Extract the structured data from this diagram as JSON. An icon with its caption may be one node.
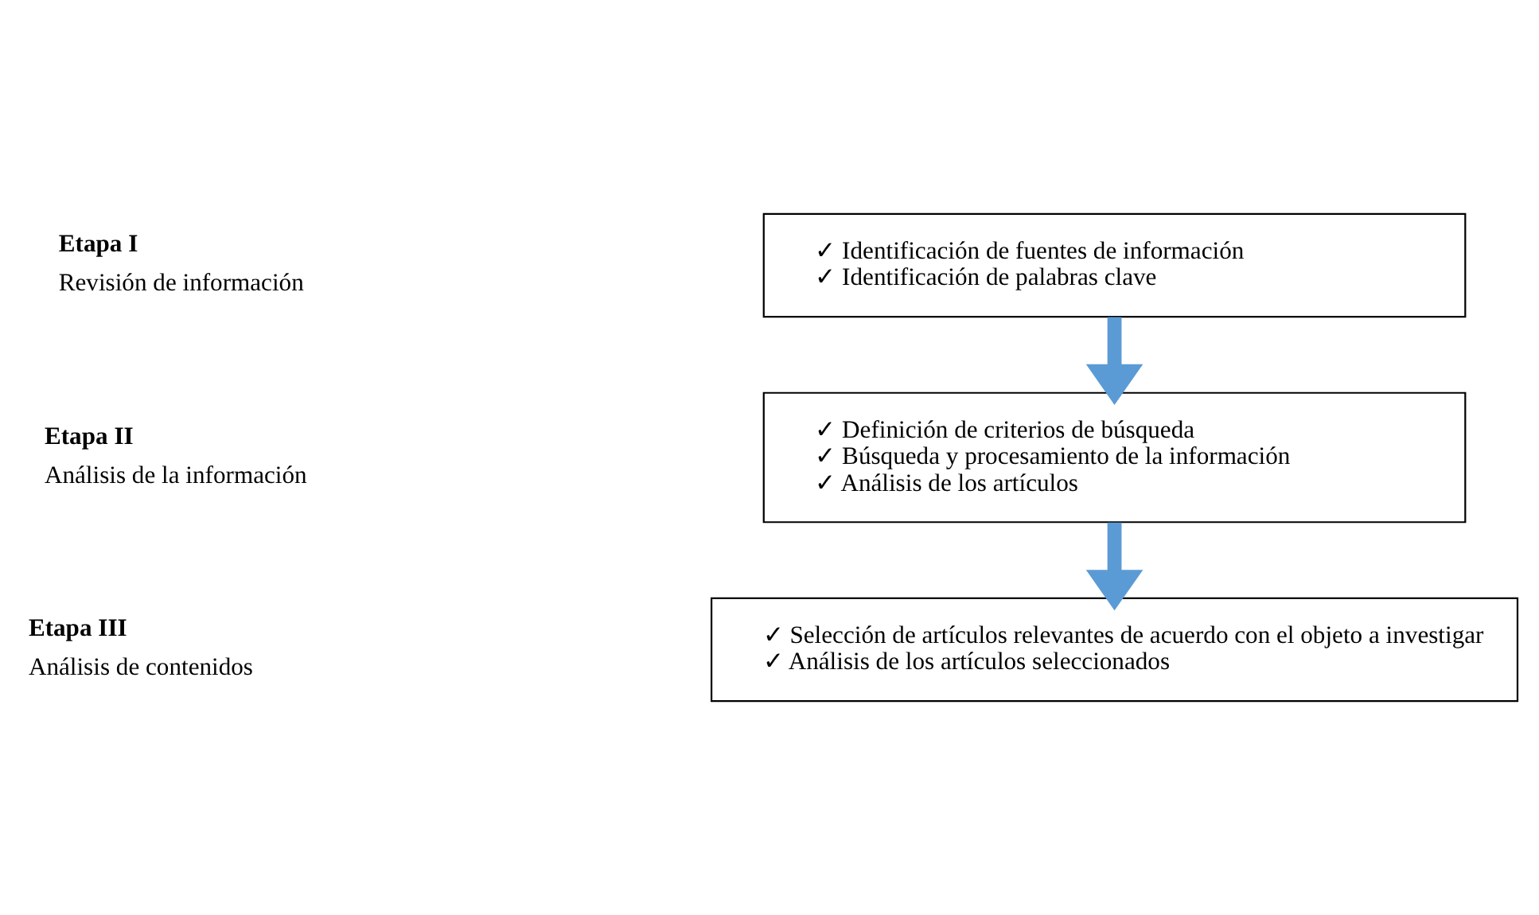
{
  "diagram": {
    "nodes": [
      {
        "text": [
          "✓ Identificación de fuentes de información",
          "✓ Identificación de palabras clave"
        ],
        "beside": [
          "Etapa I",
          "Revisión de información"
        ]
      },
      {
        "text": [
          "✓ Definición de criterios de búsqueda",
          "✓ Búsqueda y procesamiento de la información",
          "✓ Análisis de los artículos"
        ],
        "beside": [
          "Etapa II",
          "Análisis de la información"
        ]
      },
      {
        "text": [
          "✓ Selección de artículos relevantes de acuerdo con el objeto a investigar",
          "✓ Análisis de los artículos seleccionados"
        ],
        "beside": [
          "Etapa III",
          "Análisis de contenidos"
        ]
      }
    ],
    "edges": [
      {
        "from": 0,
        "to": 1,
        "arrow": "to"
      },
      {
        "from": 1,
        "to": 2,
        "arrow": "to"
      }
    ]
  }
}
